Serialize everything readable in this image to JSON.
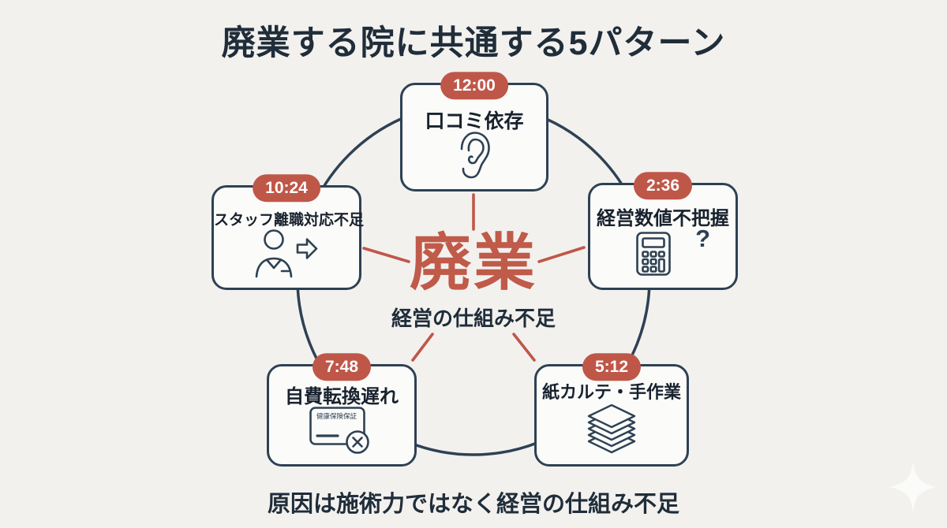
{
  "title": "廃業する院に共通する5パターン",
  "center": {
    "keyword": "廃業",
    "subtitle": "経営の仕組み不足"
  },
  "nodes": [
    {
      "position": "top",
      "time": "12:00",
      "label": "口コミ依存",
      "icon": "ear-icon"
    },
    {
      "position": "upper-right",
      "time": "2:36",
      "label": "経営数値不把握",
      "icon": "calculator-icon",
      "annotation": "?"
    },
    {
      "position": "lower-right",
      "time": "5:12",
      "label": "紙カルテ・手作業",
      "icon": "paper-stack-icon"
    },
    {
      "position": "lower-left",
      "time": "7:48",
      "label": "自費転換遅れ",
      "icon": "insurance-card-rejected-icon",
      "card_text": "健康保険保証"
    },
    {
      "position": "upper-left",
      "time": "10:24",
      "label": "スタッフ離職対応不足",
      "icon": "person-leaving-icon"
    }
  ],
  "footer": "原因は施術力ではなく経営の仕組み不足",
  "watermark": "sparkle-icon",
  "colors": {
    "background": "#f2f1ee",
    "navy_outline": "#2e4154",
    "dark_text": "#202d3a",
    "accent_terracotta": "#bf5749",
    "card_fill": "#fbfbf9"
  }
}
